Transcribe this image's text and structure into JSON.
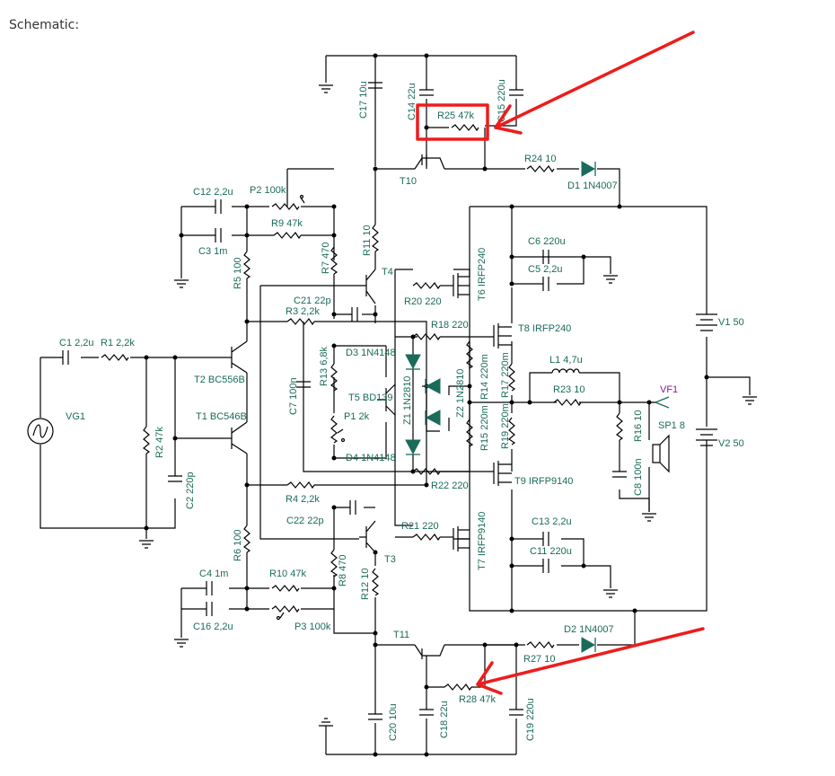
{
  "page": {
    "heading": "Schematic:"
  },
  "labels": {
    "C17": "C17 10u",
    "C14": "C14 22u",
    "C15": "C15 220u",
    "R25": "R25 47k",
    "T10": "T10",
    "R24": "R24 10",
    "D1": "D1 1N4007",
    "C12": "C12 2,2u",
    "P2": "P2 100k",
    "R9": "R9 47k",
    "C3": "C3 1m",
    "R11": "R11 10",
    "R7": "R7 470",
    "R5": "R5 100",
    "T4": "T4",
    "C21": "C21 22p",
    "R3": "R3 2,2k",
    "R20": "R20 220",
    "T6": "T6 IRFP240",
    "C6": "C6 220u",
    "C5": "C5 2,2u",
    "V1": "V1 50",
    "R18": "R18 220",
    "T8": "T8 IRFP240",
    "C1": "C1 2,2u",
    "R1": "R1 2,2k",
    "T2": "T2 BC556B",
    "R13": "R13 6,8k",
    "D3": "D3 1N4148",
    "T5": "T5 BD139",
    "Z1": "Z1 1N2810",
    "Z2": "Z2 1N2810",
    "R14": "R14 220m",
    "R17": "R17 220m",
    "L1": "L1 4,7u",
    "R23": "R23 10",
    "VF1": "VF1",
    "VG1": "VG1",
    "C7": "C7 100n",
    "P1": "P1 2k",
    "T1": "T1 BC546B",
    "R2": "R2 47k",
    "R15": "R15 220m",
    "R19": "R19 220m",
    "R16": "R16 10",
    "SP1": "SP1 8",
    "V2": "V2 50",
    "C8": "C8 100n",
    "D4": "D4 1N4148",
    "R22": "R22 220",
    "T9": "T9 IRFP9140",
    "C2": "C2 220p",
    "R4": "R4 2,2k",
    "C22": "C22 22p",
    "R21": "R21 220",
    "T7": "T7 IRFP9140",
    "C13": "C13 2,2u",
    "C11": "C11 220u",
    "R6": "R6 100",
    "R8": "R8 470",
    "T3": "T3",
    "R12": "R12 10",
    "C4": "C4 1m",
    "R10": "R10 47k",
    "C16": "C16 2,2u",
    "P3": "P3 100k",
    "T11": "T11",
    "D2": "D2 1N4007",
    "R27": "R27 10",
    "R28": "R28 47k",
    "C20": "C20 10u",
    "C18": "C18 22u",
    "C19": "C19 220u"
  },
  "colors": {
    "component": "#1a6b5a",
    "wire": "#000000",
    "annotation": "#ee1c1c",
    "probe": "#8a1a8a"
  }
}
